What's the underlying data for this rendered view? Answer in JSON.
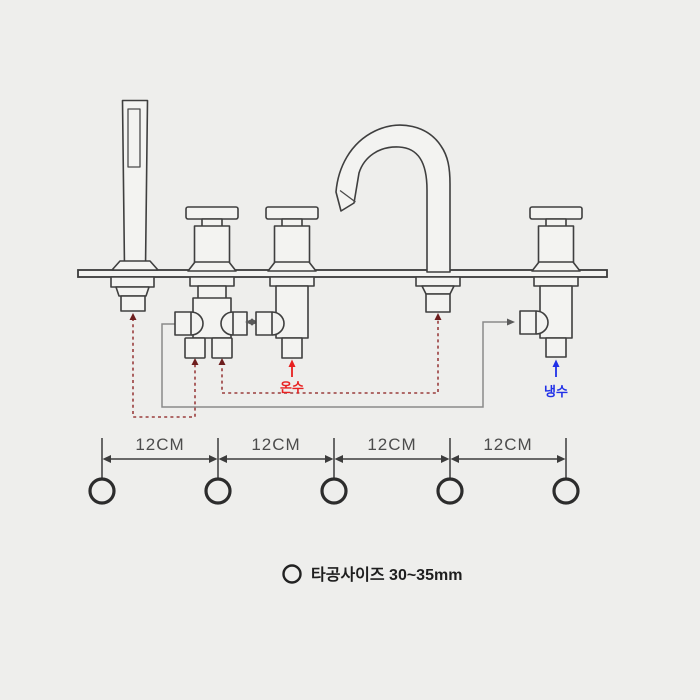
{
  "diagram": {
    "type": "bathtub-faucet-5-hole-installation-diagram",
    "labels": {
      "hot": "온수",
      "cold": "냉수"
    },
    "legend": {
      "hole_size": "타공사이즈 30~35mm"
    },
    "dimensions": {
      "labels": [
        "12CM",
        "12CM",
        "12CM",
        "12CM"
      ],
      "hole_count": 5
    },
    "colors": {
      "background": "#eeeeec",
      "outline": "#3f3f3f",
      "hot": "#e82020",
      "cold": "#2030e8",
      "supply_dashed": "#9a3d3d",
      "connector": "#8a8a8a"
    }
  }
}
